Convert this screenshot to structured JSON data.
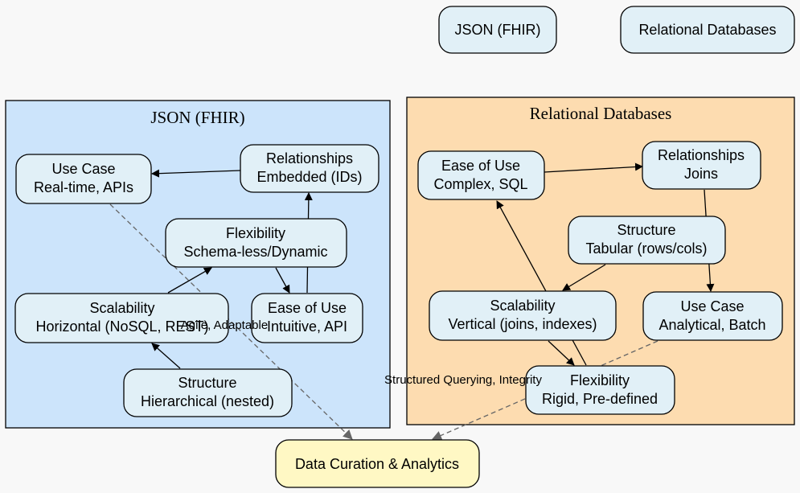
{
  "colors": {
    "background": "#f8f8f8",
    "node_fill": "#e1f0f7",
    "json_cluster_fill": "#cce4fb",
    "relational_cluster_fill": "#fddcb0",
    "target_fill": "#fff8c4",
    "dashed_edge": "#666666"
  },
  "legend": {
    "json": "JSON (FHIR)",
    "relational": "Relational Databases"
  },
  "clusters": {
    "json": {
      "title": "JSON (FHIR)",
      "nodes": {
        "use_case": [
          "Use Case",
          "Real-time, APIs"
        ],
        "relationships": [
          "Relationships",
          "Embedded (IDs)"
        ],
        "flexibility": [
          "Flexibility",
          "Schema-less/Dynamic"
        ],
        "scalability": [
          "Scalability",
          "Horizontal (NoSQL, REST)"
        ],
        "ease_of_use": [
          "Ease of Use",
          "Intuitive, API"
        ],
        "structure": [
          "Structure",
          "Hierarchical (nested)"
        ]
      }
    },
    "relational": {
      "title": "Relational Databases",
      "nodes": {
        "ease_of_use": [
          "Ease of Use",
          "Complex, SQL"
        ],
        "relationships": [
          "Relationships",
          "Joins"
        ],
        "structure": [
          "Structure",
          "Tabular (rows/cols)"
        ],
        "scalability": [
          "Scalability",
          "Vertical (joins, indexes)"
        ],
        "use_case": [
          "Use Case",
          "Analytical, Batch"
        ],
        "flexibility": [
          "Flexibility",
          "Rigid, Pre-defined"
        ]
      }
    }
  },
  "target": {
    "label": "Data Curation & Analytics"
  },
  "edge_labels": {
    "json_to_target": "Agile, Adaptable",
    "relational_to_target": "Structured Querying, Integrity"
  }
}
